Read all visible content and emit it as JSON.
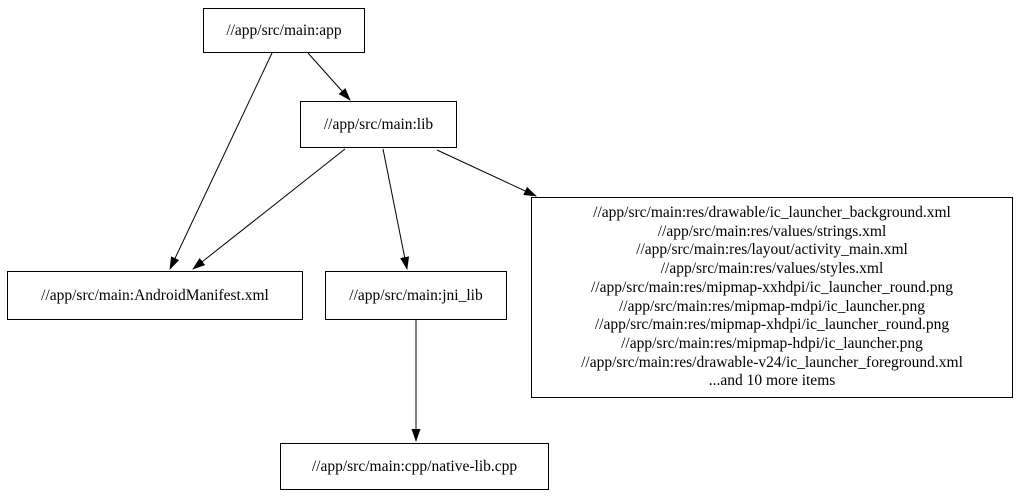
{
  "diagram": {
    "type": "dependency-graph",
    "background_color": "#ffffff",
    "line_color": "#000000",
    "text_color": "#000000",
    "nodes": {
      "app": {
        "label": "//app/src/main:app"
      },
      "lib": {
        "label": "//app/src/main:lib"
      },
      "android_manifest": {
        "label": "//app/src/main:AndroidManifest.xml"
      },
      "jni_lib": {
        "label": "//app/src/main:jni_lib"
      },
      "res_group": {
        "lines": [
          "//app/src/main:res/drawable/ic_launcher_background.xml",
          "//app/src/main:res/values/strings.xml",
          "//app/src/main:res/layout/activity_main.xml",
          "//app/src/main:res/values/styles.xml",
          "//app/src/main:res/mipmap-xxhdpi/ic_launcher_round.png",
          "//app/src/main:res/mipmap-mdpi/ic_launcher.png",
          "//app/src/main:res/mipmap-xhdpi/ic_launcher_round.png",
          "//app/src/main:res/mipmap-hdpi/ic_launcher.png",
          "//app/src/main:res/drawable-v24/ic_launcher_foreground.xml",
          "...and 10 more items"
        ]
      },
      "native_lib": {
        "label": "//app/src/main:cpp/native-lib.cpp"
      }
    },
    "edges": [
      {
        "from": "app",
        "to": "lib"
      },
      {
        "from": "app",
        "to": "android_manifest"
      },
      {
        "from": "lib",
        "to": "android_manifest"
      },
      {
        "from": "lib",
        "to": "jni_lib"
      },
      {
        "from": "lib",
        "to": "res_group"
      },
      {
        "from": "jni_lib",
        "to": "native_lib"
      }
    ]
  }
}
